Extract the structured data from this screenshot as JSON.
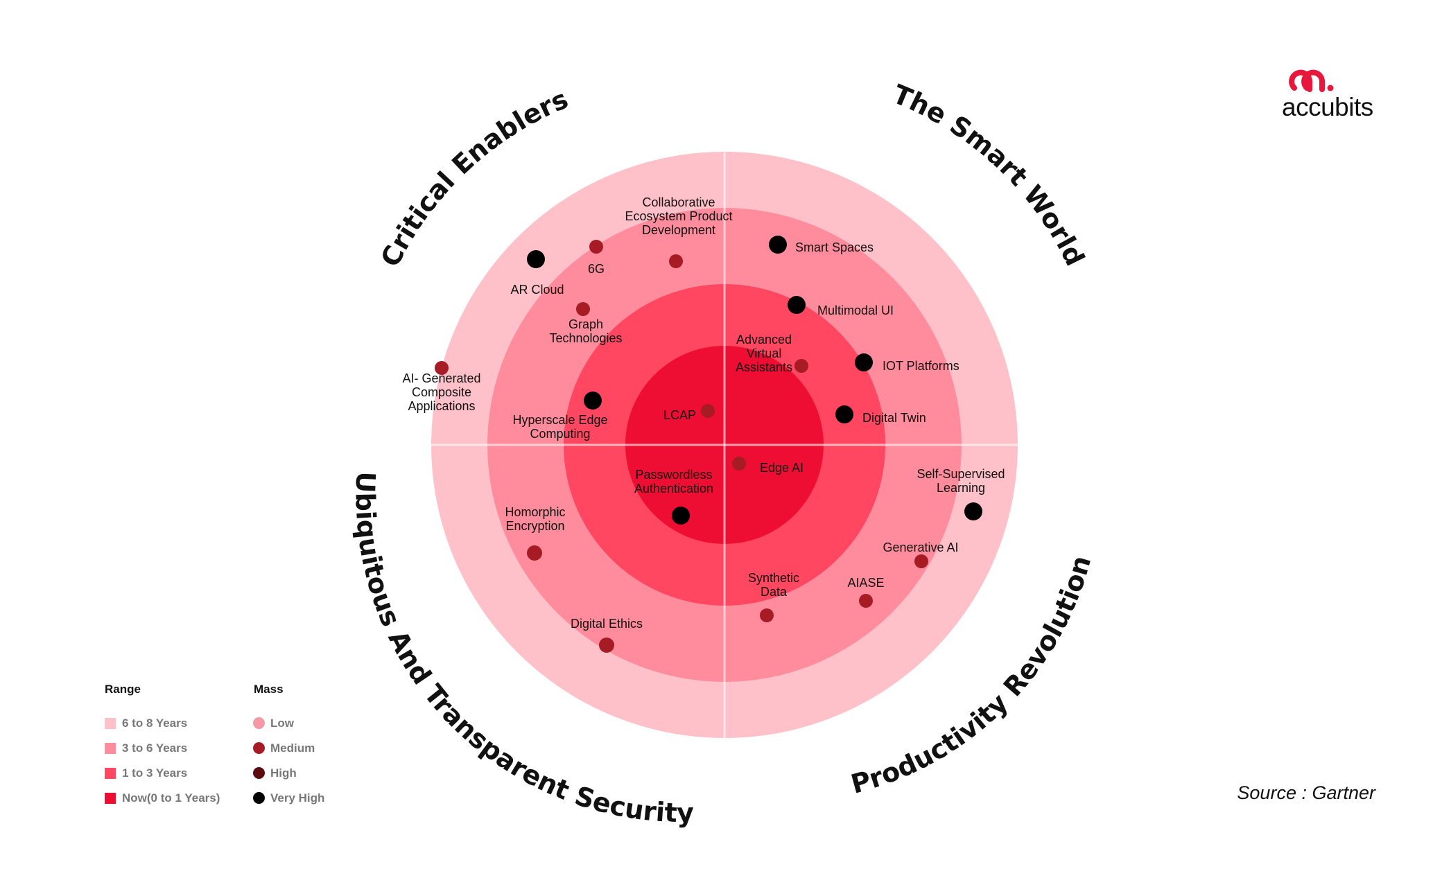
{
  "logo": {
    "text": "accubits",
    "color": "#e8173c"
  },
  "source": "Source : Gartner",
  "quadrants": [
    {
      "id": "critical-enablers",
      "label": "Critical Enablers"
    },
    {
      "id": "smart-world",
      "label": "The Smart World"
    },
    {
      "id": "productivity-revolution",
      "label": "Productivity Revolution"
    },
    {
      "id": "ubiquitous-security",
      "label": "Ubiquitous And Transparent Security"
    }
  ],
  "rings": [
    {
      "label": "6 to 8 Years",
      "color": "#ffc1c9"
    },
    {
      "label": "3 to 6 Years",
      "color": "#ff8c9c"
    },
    {
      "label": "1 to 3 Years",
      "color": "#ff4761"
    },
    {
      "label": "Now(0 to 1 Years)",
      "color": "#ee0e34"
    }
  ],
  "mass": [
    {
      "label": "Low",
      "color": "#f59aa4"
    },
    {
      "label": "Medium",
      "color": "#a61b24"
    },
    {
      "label": "High",
      "color": "#5c0b10"
    },
    {
      "label": "Very High",
      "color": "#000000"
    }
  ],
  "legend": {
    "range_title": "Range",
    "mass_title": "Mass"
  },
  "technologies": [
    {
      "name": "Collaborative\nEcosystem Product\nDevelopment",
      "mass": "Medium"
    },
    {
      "name": "6G",
      "mass": "Medium"
    },
    {
      "name": "AR Cloud",
      "mass": "Very High"
    },
    {
      "name": "Graph\nTechnologies",
      "mass": "Medium"
    },
    {
      "name": "AI- Generated\nComposite\nApplications",
      "mass": "Medium"
    },
    {
      "name": "Hyperscale Edge\nComputing",
      "mass": "Very High"
    },
    {
      "name": "LCAP",
      "mass": "Medium"
    },
    {
      "name": "Smart Spaces",
      "mass": "Very High"
    },
    {
      "name": "Multimodal UI",
      "mass": "Very High"
    },
    {
      "name": "IOT Platforms",
      "mass": "Very High"
    },
    {
      "name": "Advanced\nVirtual\nAssistants",
      "mass": "Medium"
    },
    {
      "name": "Digital Twin",
      "mass": "Very High"
    },
    {
      "name": "Edge AI",
      "mass": "Medium"
    },
    {
      "name": "Self-Supervised\nLearning",
      "mass": "Very High"
    },
    {
      "name": "Generative AI",
      "mass": "Medium"
    },
    {
      "name": "AIASE",
      "mass": "Medium"
    },
    {
      "name": "Synthetic\nData",
      "mass": "Medium"
    },
    {
      "name": "Passwordless\nAuthentication",
      "mass": "Very High"
    },
    {
      "name": "Homorphic\nEncryption",
      "mass": "Medium"
    },
    {
      "name": "Digital Ethics",
      "mass": "Medium"
    }
  ]
}
